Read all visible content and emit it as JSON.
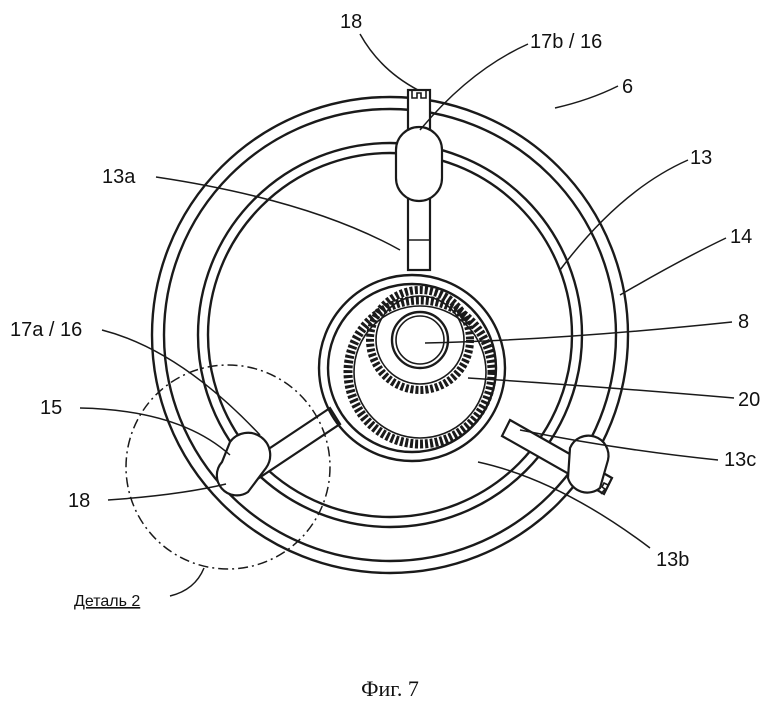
{
  "labels": {
    "l18_top": "18",
    "l17b16": "17b / 16",
    "l6": "6",
    "l13": "13",
    "l13a": "13a",
    "l14": "14",
    "l17a16": "17a / 16",
    "l8": "8",
    "l15": "15",
    "l20": "20",
    "l13c": "13c",
    "l18_left": "18",
    "l13b": "13b"
  },
  "detail_label": "Деталь 2",
  "caption": "Фиг. 7"
}
